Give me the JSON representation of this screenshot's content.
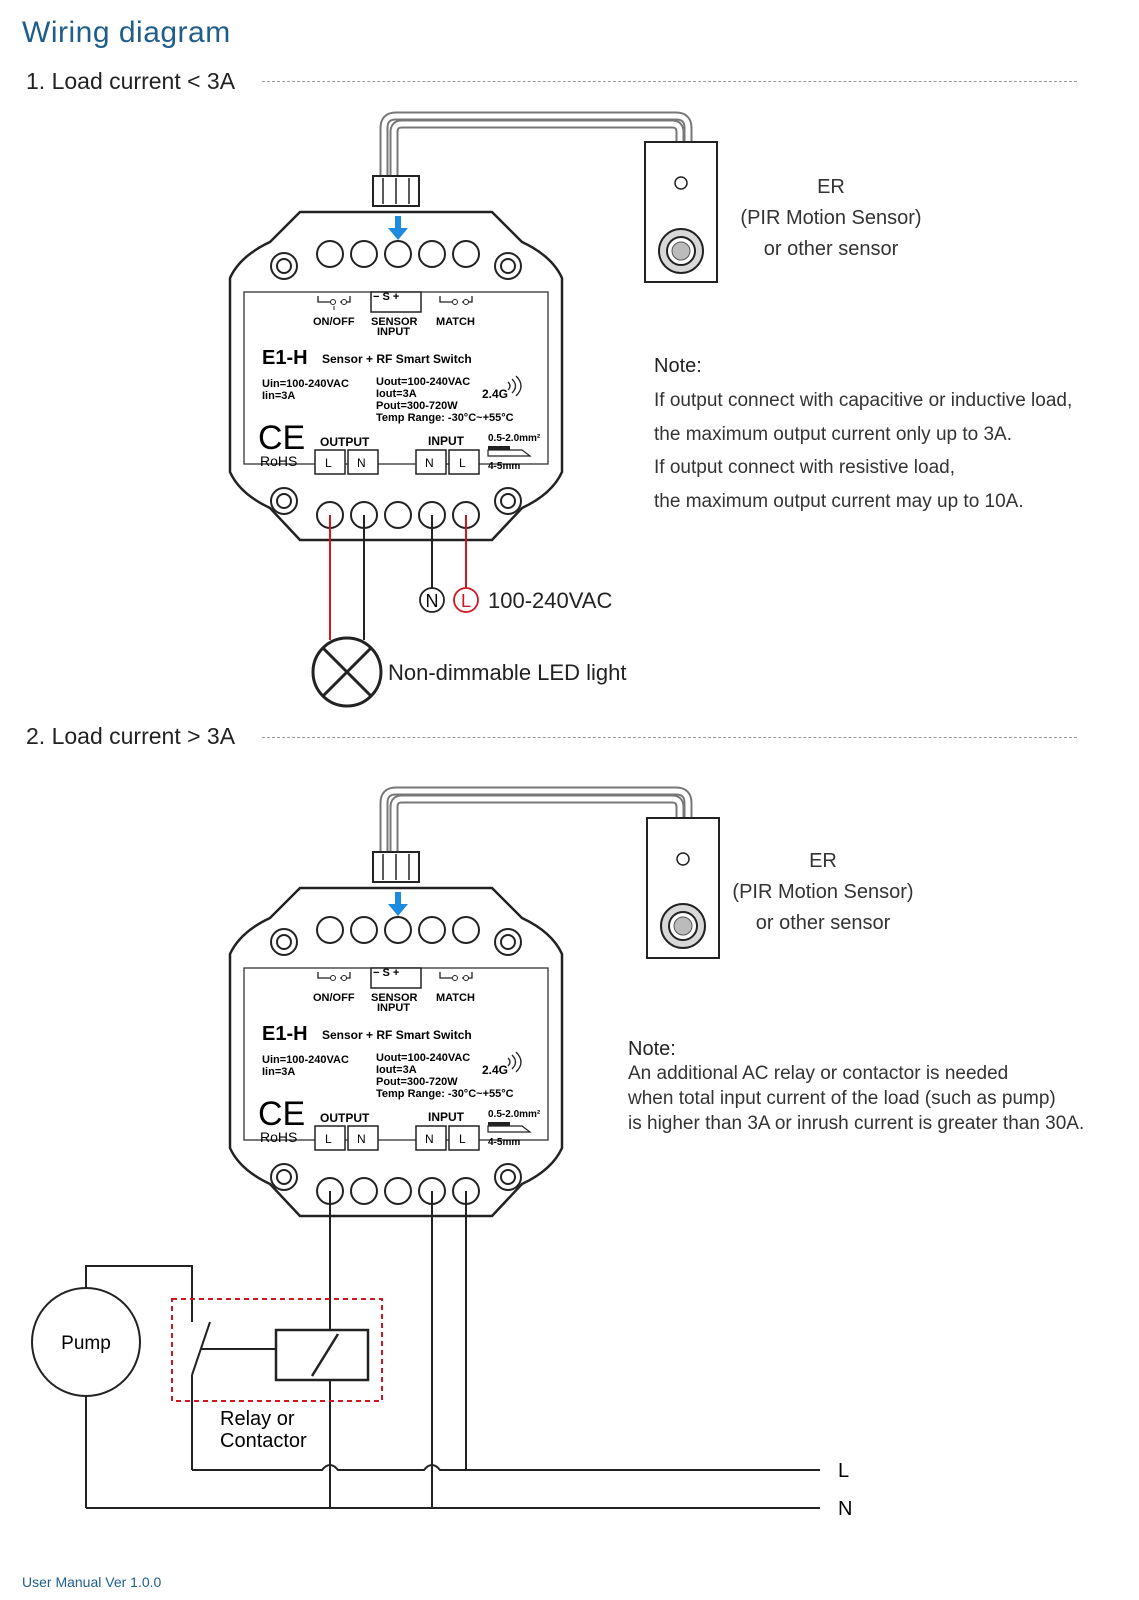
{
  "title": "Wiring diagram",
  "section1": {
    "heading": "1. Load current < 3A",
    "sensor": {
      "name": "ER",
      "type": "(PIR Motion Sensor)",
      "alt": "or other sensor"
    },
    "note_title": "Note:",
    "note_lines": [
      "If output connect with capacitive or inductive load,",
      "the maximum output current only up to 3A.",
      "If output connect with resistive load,",
      "the maximum output current may up to 10A."
    ],
    "supply_n": "N",
    "supply_l": "L",
    "supply_label": "100-240VAC",
    "load_label": "Non-dimmable LED light"
  },
  "section2": {
    "heading": "2. Load current > 3A",
    "sensor": {
      "name": "ER",
      "type": "(PIR Motion Sensor)",
      "alt": "or other sensor"
    },
    "note_title": "Note:",
    "note_lines": [
      "An additional AC relay or contactor is needed",
      "when total input current of the load (such as pump)",
      "is higher than 3A or inrush current is greater than 30A."
    ],
    "pump_label": "Pump",
    "relay_label_1": "Relay or",
    "relay_label_2": "Contactor",
    "line_l": "L",
    "line_n": "N"
  },
  "device": {
    "model": "E1-H",
    "subtitle": "Sensor + RF Smart Switch",
    "uin": "Uin=100-240VAC",
    "iin": "Iin=3A",
    "uout": "Uout=100-240VAC",
    "iout": "Iout=3A",
    "pout": "Pout=300-720W",
    "temp": "Temp Range: -30°C~+55°C",
    "rf": "2.4G",
    "onoff": "ON/OFF",
    "sensor_input_1": "SENSOR",
    "sensor_input_2": "INPUT",
    "sensor_pins": "−  S  +",
    "match": "MATCH",
    "ce": "CE",
    "rohs": "RoHS",
    "output": "OUTPUT",
    "input": "INPUT",
    "term_l": "L",
    "term_n": "N",
    "wire_gauge": "0.5-2.0mm²",
    "strip": "4-5mm"
  },
  "footer": "User Manual Ver 1.0.0",
  "colors": {
    "accent": "#1f5e8c",
    "live": "#d0161e",
    "arrow": "#1b8ce0"
  }
}
